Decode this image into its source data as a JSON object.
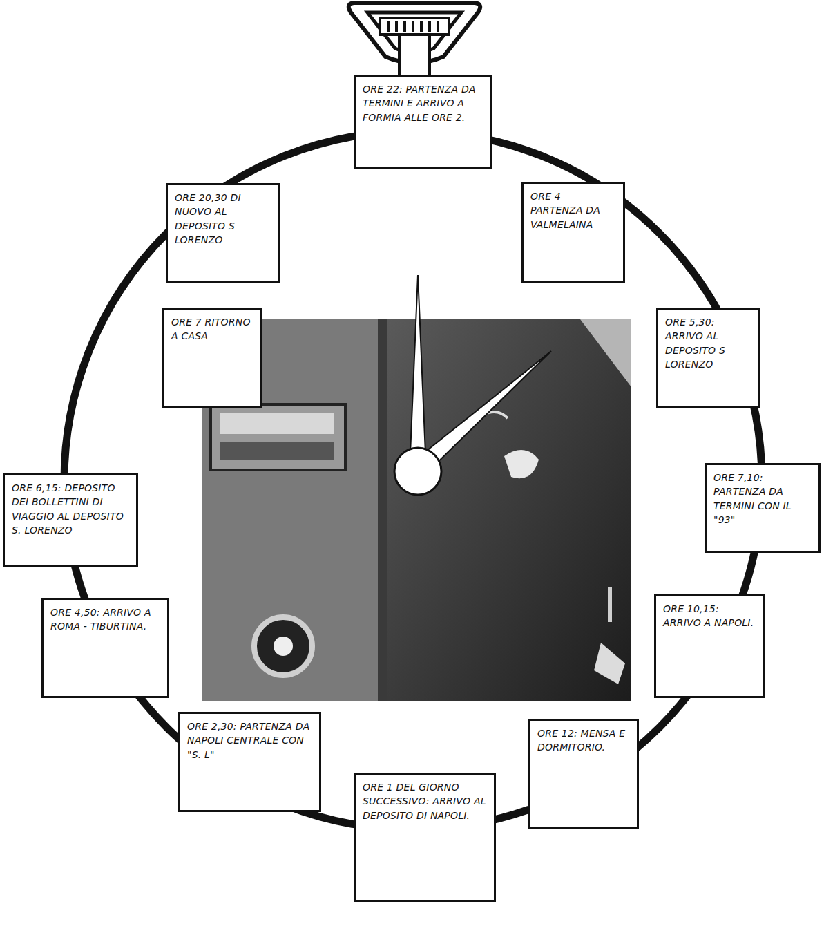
{
  "diagram": {
    "nodes": [
      {
        "text": [
          "ORE 22: PARTENZA DA TERMINI E ARRIVO A FORMIA ALLE ORE 2."
        ]
      },
      {
        "text": [
          "ORE 4 PARTENZA DA VALMELAINA"
        ]
      },
      {
        "text": [
          "ORE 5,30: ARRIVO AL DEPOSITO S LORENZO"
        ]
      },
      {
        "text": [
          "ORE 7,10: PARTENZA DA TERMINI CON IL \"93\""
        ]
      },
      {
        "text": [
          "ORE 10,15: ARRIVO A NAPOLI."
        ]
      },
      {
        "text": [
          "ORE 12: MENSA E DORMITORIO."
        ]
      },
      {
        "text": [
          "ORE 1 DEL GIORNO SUCCESSIVO: ARRIVO AL DEPOSITO DI NAPOLI."
        ]
      },
      {
        "text": [
          "ORE 2,30: PARTENZA DA NAPOLI CENTRALE CON \"S. L\""
        ]
      },
      {
        "text": [
          "ORE 4,50: ARRIVO A ROMA - TIBURTINA."
        ]
      },
      {
        "text": [
          "ORE 6,15: DEPOSITO DEI BOLLETTINI DI VIAGGIO AL DEPOSITO S. LORENZO"
        ]
      },
      {
        "text": [
          "ORE 7 RITORNO A CASA"
        ]
      },
      {
        "text": [
          "ORE 20,30 DI NUOVO AL DEPOSITO S LORENZO"
        ]
      }
    ]
  }
}
